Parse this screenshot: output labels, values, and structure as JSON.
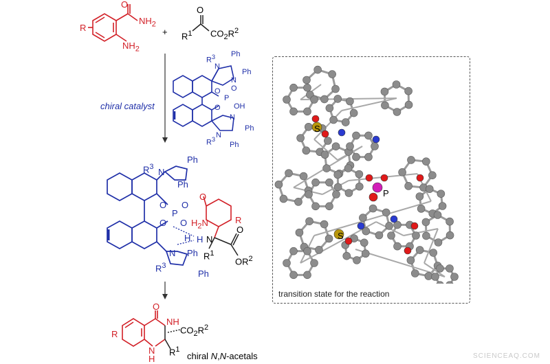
{
  "reactant_amide": {
    "r": "R",
    "nh2_top": "NH",
    "nh2_top_sub": "2",
    "o": "O",
    "nh2_bottom": "NH",
    "nh2_bottom_sub": "2"
  },
  "plus": "+",
  "reactant_ketoester": {
    "o": "O",
    "r1": "R",
    "r1_sup": "1",
    "co2r2": "CO",
    "co2r2_sub": "2",
    "r2": "R",
    "r2_sup": "2"
  },
  "arrow_label": "chiral catalyst",
  "catalyst": {
    "r3_top": "R",
    "r3_sup": "3",
    "n_top": "N",
    "ph1": "Ph",
    "ph2": "Ph",
    "n_mid": "N",
    "o1": "O",
    "p": "P",
    "o_top": "O",
    "o2": "O",
    "oh": "OH",
    "r3_bottom": "R",
    "n_b1": "N",
    "n_b2": "N",
    "ph3": "Ph",
    "ph4": "Ph"
  },
  "intermediate": {
    "r3_top": "R",
    "r3_sup": "3",
    "n_top": "N",
    "ph_top1": "Ph",
    "ph_top2": "Ph",
    "o1": "O",
    "p": "P",
    "o2": "O",
    "o3": "O",
    "o4": "O",
    "o_red": "O",
    "h2n": "H",
    "h2n_sub": "2",
    "h2n_n": "N",
    "r_red": "R",
    "h1": "H",
    "h2": "H",
    "n_center": "N",
    "r1": "R",
    "r1_sup": "1",
    "o_ester": "O",
    "or2": "OR",
    "or2_sup": "2",
    "n_bottom": "N",
    "r3_bottom": "R",
    "r3b_sup": "3",
    "ph_b1": "Ph",
    "ph_b2": "Ph"
  },
  "product": {
    "o": "O",
    "r": "R",
    "nh_top": "NH",
    "co2r2": "CO",
    "co2r2_sub": "2",
    "r2": "R",
    "r2_sup": "2",
    "nh_bottom": "N",
    "h": "H",
    "r1": "R",
    "r1_sup": "1",
    "label_prefix": "chiral ",
    "label_n": "N",
    "label_mid": ",",
    "label_n2": "N",
    "label_suffix": "-acetals"
  },
  "ts_panel": {
    "caption": "transition state for the reaction",
    "atom_s1": "S",
    "atom_p": "P",
    "atom_s2": "S"
  },
  "watermark": "SCIENCEAQ.COM",
  "colors": {
    "reactant_red": "#d21f26",
    "catalyst_blue": "#1f2fa8",
    "carbon_grey": "#8c8c8c",
    "oxygen_red": "#e01a1a",
    "nitrogen_blue": "#2a3bd1",
    "sulfur_gold": "#b8960b",
    "phosphorus_magenta": "#d21fb8"
  }
}
